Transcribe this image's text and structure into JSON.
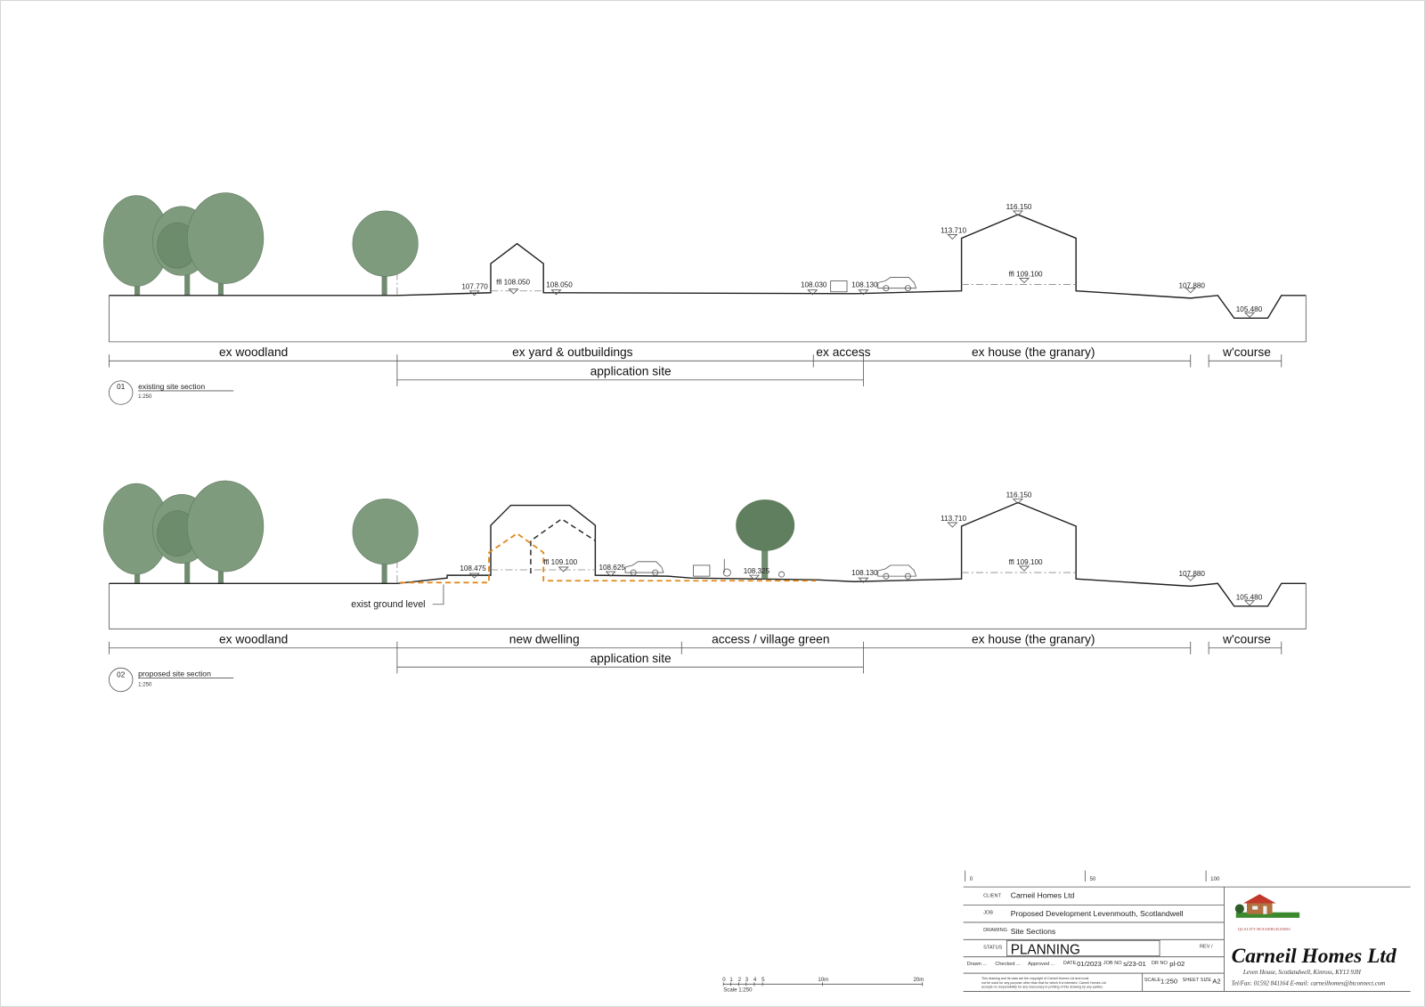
{
  "section1": {
    "number": "01",
    "title": "existing site section",
    "scale": "1:250",
    "levels": {
      "yard_left": "107.770",
      "outbuilding_ffl": "ffl 108.050",
      "yard_right": "108.050",
      "access_left": "108.030",
      "access_right": "108.130",
      "eaves": "113.710",
      "ridge": "116.150",
      "house_ffl": "ffl 109.100",
      "bank": "107.880",
      "watercourse": "105.480"
    },
    "zones": [
      "ex woodland",
      "ex yard & outbuildings",
      "ex access",
      "ex house (the granary)",
      "w'course"
    ],
    "application_site": "application site"
  },
  "section2": {
    "number": "02",
    "title": "proposed site section",
    "scale": "1:250",
    "levels": {
      "dwelling_ground": "108.475",
      "dwelling_ffl": "ffl 109.100",
      "parking": "108.625",
      "green": "108.325",
      "access_right": "108.130",
      "eaves": "113.710",
      "ridge": "116.150",
      "house_ffl": "ffl 109.100",
      "bank": "107.880",
      "watercourse": "105.480"
    },
    "existing_ground_note": "exist ground level",
    "zones": [
      "ex woodland",
      "new dwelling",
      "access / village green",
      "ex house (the granary)",
      "w'course"
    ],
    "application_site": "application site"
  },
  "scale_bar": {
    "ticks": [
      "0",
      "1",
      "2",
      "3",
      "4",
      "5",
      "10m",
      "20m"
    ],
    "caption": "Scale 1:250"
  },
  "title_block": {
    "ruler": [
      "0",
      "50",
      "100"
    ],
    "client_label": "CLIENT",
    "client": "Carneil Homes Ltd",
    "job_label": "JOB",
    "job": "Proposed Development Levenmouth, Scotlandwell",
    "drawing_label": "DRAWING",
    "drawing": "Site Sections",
    "status_label": "STATUS",
    "status": "PLANNING",
    "rev_label": "REV /",
    "drawn": "Drawn ...",
    "checked": "Checked ...",
    "approved": "Approved ...",
    "date_label": "DATE",
    "date": "01/2023",
    "job_no_label": "JOB NO",
    "job_no": "s/23-01",
    "dr_no_label": "DR NO",
    "dr_no": "pl-02",
    "copyright_1": "This drawing and its data are the copyright of Carneil Homes Ltd and must",
    "copyright_2": "not be used for any purpose other than that for which it is intended. Carneil Homes Ltd",
    "copyright_3": "accepts no responsibility for any inaccuracy in printing of this drawing by any parties.",
    "scale_label": "SCALE",
    "scale": "1:250",
    "sheet_label": "SHEET SIZE",
    "sheet": "A2",
    "company": "Carneil Homes Ltd",
    "tagline": "QUALITY HOUSEBUILDERS",
    "address": "Leven House, Scotlandwell, Kinross,  KY13 9JH",
    "contact": "Tel/Fax: 01592 841164   E-mail: carneilhomes@btconnect.com"
  },
  "colors": {
    "tree": "#7f9b7e",
    "existing_ground": "#e08a1e",
    "line": "#222222",
    "logo_roof": "#c0392b"
  }
}
